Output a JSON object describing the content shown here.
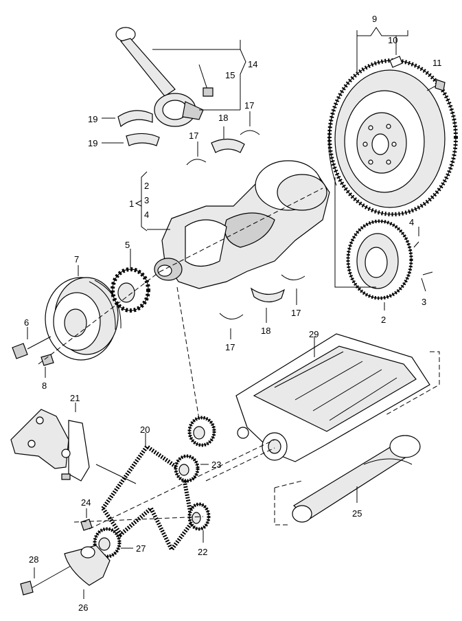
{
  "callouts": {
    "c1": "1",
    "c2": "2",
    "c3": "3",
    "c4": "4",
    "c5": "5",
    "c6": "6",
    "c7": "7",
    "c8": "8",
    "c9": "9",
    "c10": "10",
    "c11": "11",
    "c14": "14",
    "c15": "15",
    "c17": "17",
    "c18": "18",
    "c19": "19",
    "c20": "20",
    "c21": "21",
    "c22": "22",
    "c23": "23",
    "c24": "24",
    "c25": "25",
    "c26": "26",
    "c27": "27",
    "c28": "28",
    "c29": "29"
  }
}
